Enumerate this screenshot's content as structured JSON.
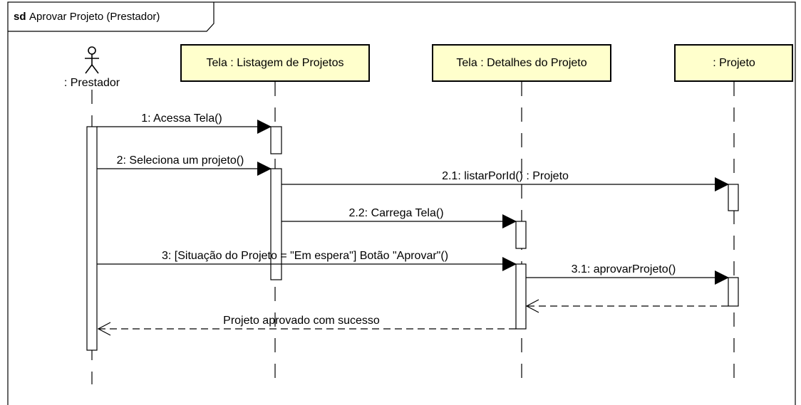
{
  "frame": {
    "keyword": "sd",
    "name": "Aprovar Projeto (Prestador)"
  },
  "actor": {
    "name": ": Prestador"
  },
  "lifelines": [
    {
      "id": "listagem",
      "label": "Tela : Listagem de Projetos"
    },
    {
      "id": "detalhes",
      "label": "Tela : Detalhes do Projeto"
    },
    {
      "id": "projeto",
      "label": ": Projeto"
    }
  ],
  "messages": [
    {
      "label": "1: Acessa Tela()",
      "from": "actor",
      "to": "listagem",
      "kind": "sync"
    },
    {
      "label": "2: Seleciona um projeto()",
      "from": "actor",
      "to": "listagem",
      "kind": "sync"
    },
    {
      "label": "2.1: listarPorId() : Projeto",
      "from": "listagem",
      "to": "projeto",
      "kind": "sync"
    },
    {
      "label": "2.2: Carrega Tela()",
      "from": "listagem",
      "to": "detalhes",
      "kind": "sync"
    },
    {
      "label": "3: [Situação do Projeto = \"Em espera\"] Botão \"Aprovar\"()",
      "from": "actor",
      "to": "detalhes",
      "kind": "sync"
    },
    {
      "label": "3.1: aprovarProjeto()",
      "from": "detalhes",
      "to": "projeto",
      "kind": "sync"
    },
    {
      "label": "",
      "from": "projeto",
      "to": "detalhes",
      "kind": "return"
    },
    {
      "label": "Projeto aprovado com sucesso",
      "from": "detalhes",
      "to": "actor",
      "kind": "return"
    }
  ],
  "colors": {
    "lifeline_fill": "#ffffcc",
    "line": "#000000",
    "background": "#ffffff"
  }
}
